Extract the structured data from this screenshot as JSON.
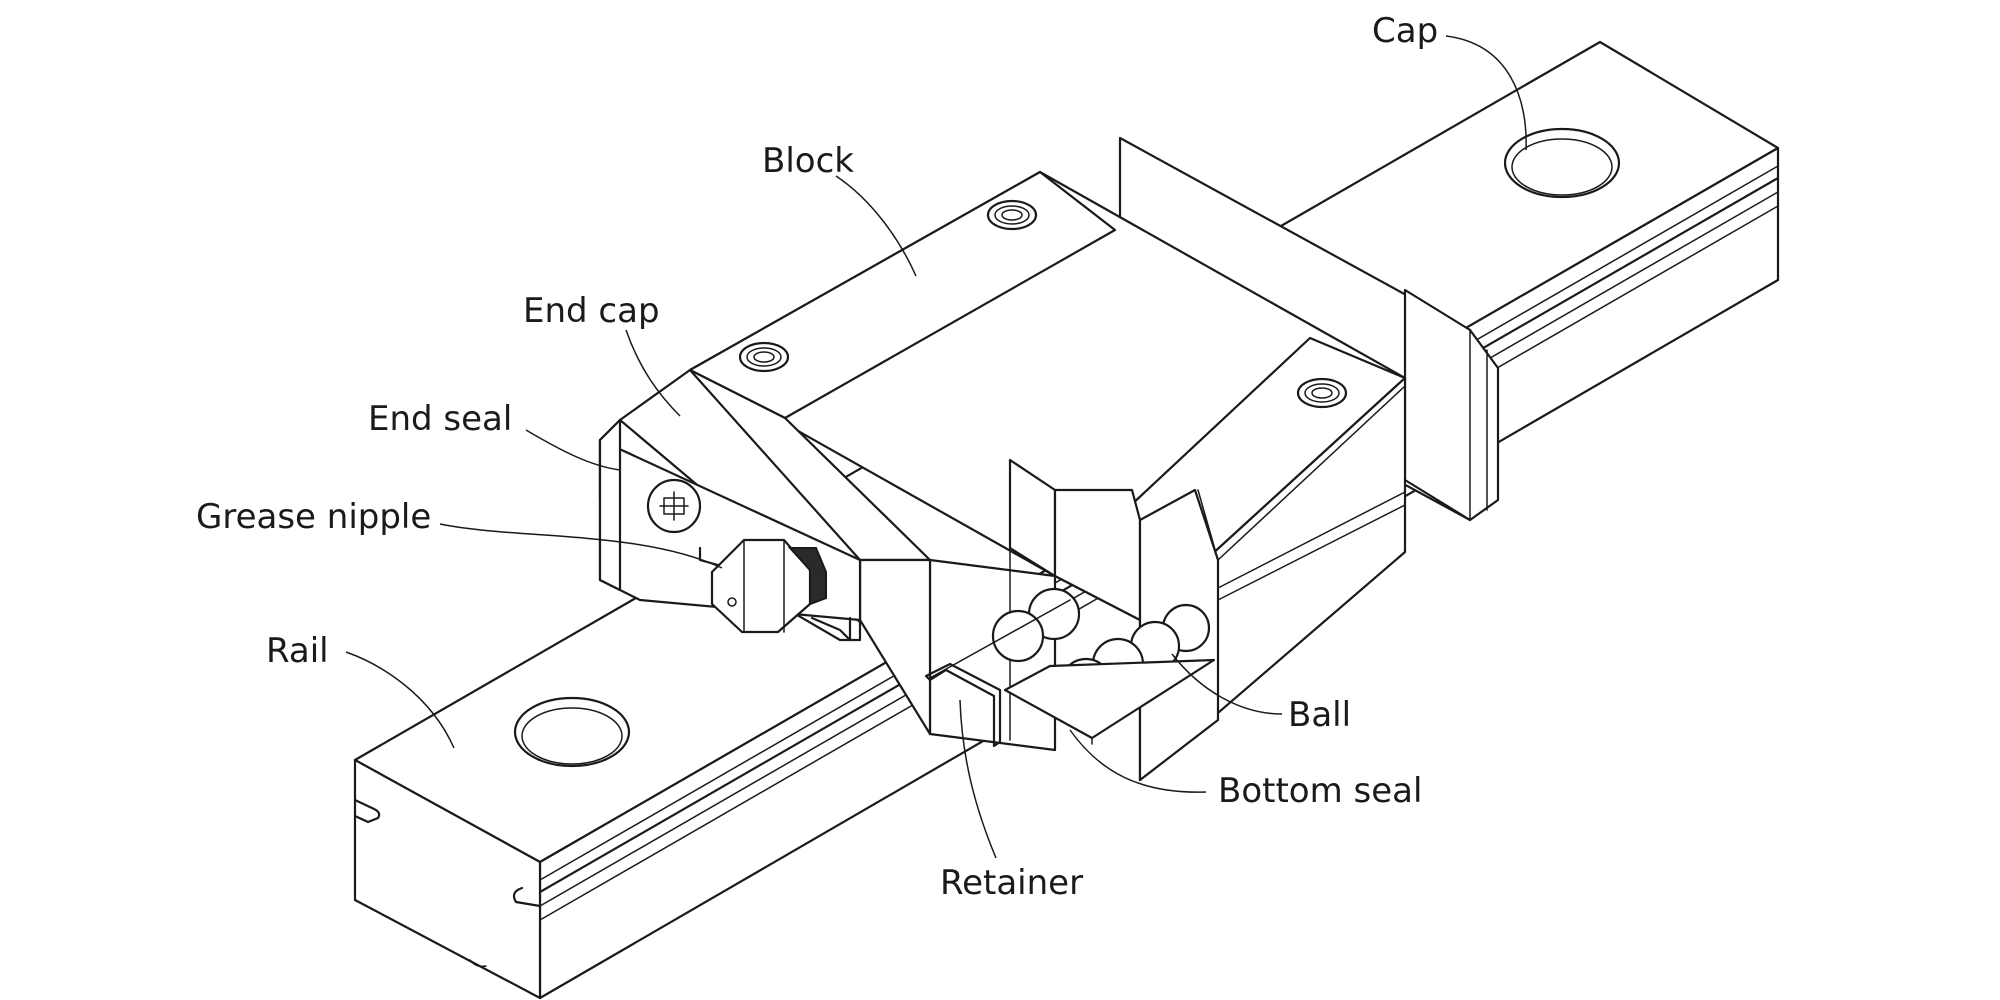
{
  "diagram": {
    "labels": {
      "cap": "Cap",
      "block": "Block",
      "end_cap": "End cap",
      "end_seal": "End seal",
      "grease_nipple": "Grease nipple",
      "rail": "Rail",
      "ball": "Ball",
      "bottom_seal": "Bottom seal",
      "retainer": "Retainer"
    },
    "colors": {
      "line": "#1a1a1a",
      "background": "#ffffff"
    }
  }
}
